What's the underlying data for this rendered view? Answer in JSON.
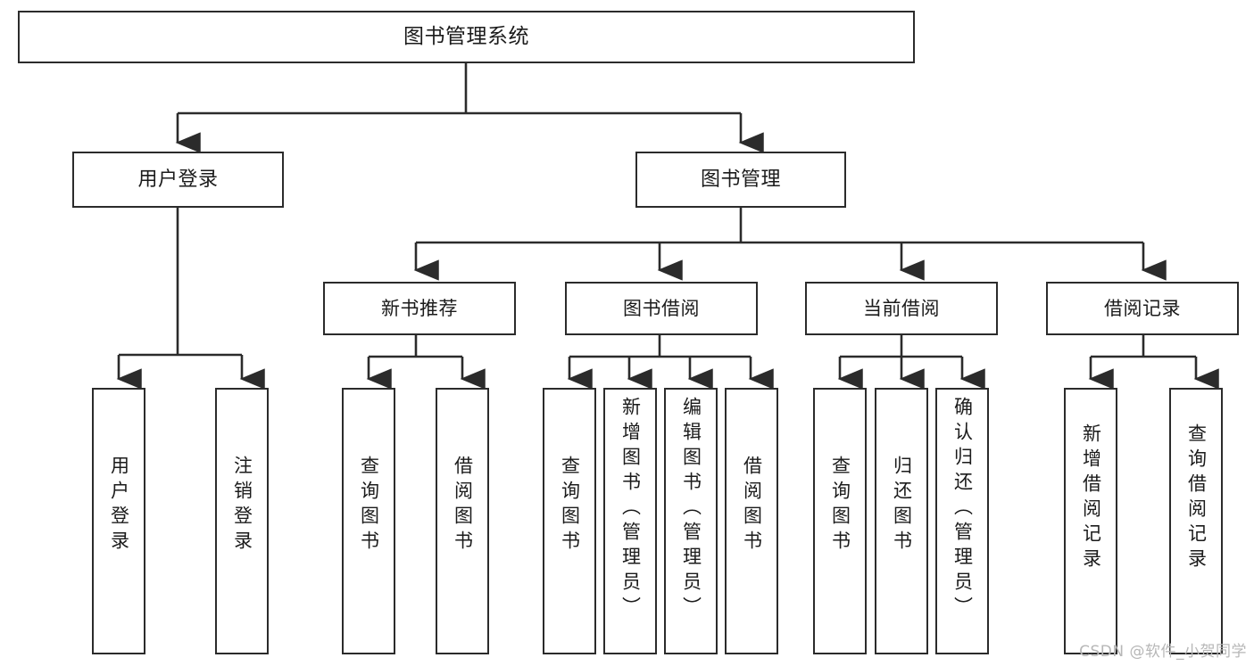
{
  "diagram": {
    "title": "图书管理系统",
    "type": "tree-hierarchy-chart",
    "line_color": "#2b2b2b",
    "box_fill": "#ffffff",
    "text_color": "#1b1b1b",
    "root": {
      "label": "图书管理系统"
    },
    "level2": [
      {
        "label": "用户登录"
      },
      {
        "label": "图书管理"
      }
    ],
    "level3": [
      {
        "label": "新书推荐"
      },
      {
        "label": "图书借阅"
      },
      {
        "label": "当前借阅"
      },
      {
        "label": "借阅记录"
      }
    ],
    "leaves": [
      {
        "label": "用户登录"
      },
      {
        "label": "注销登录"
      },
      {
        "label": "查询图书"
      },
      {
        "label": "借阅图书"
      },
      {
        "label": "查询图书"
      },
      {
        "label": "新增图书（管理员）"
      },
      {
        "label": "编辑图书（管理员）"
      },
      {
        "label": "借阅图书"
      },
      {
        "label": "查询图书"
      },
      {
        "label": "归还图书"
      },
      {
        "label": "确认归还（管理员）"
      },
      {
        "label": "新增借阅记录"
      },
      {
        "label": "查询借阅记录"
      }
    ]
  },
  "watermark": {
    "text": "CSDN @软件_小贺同学"
  }
}
